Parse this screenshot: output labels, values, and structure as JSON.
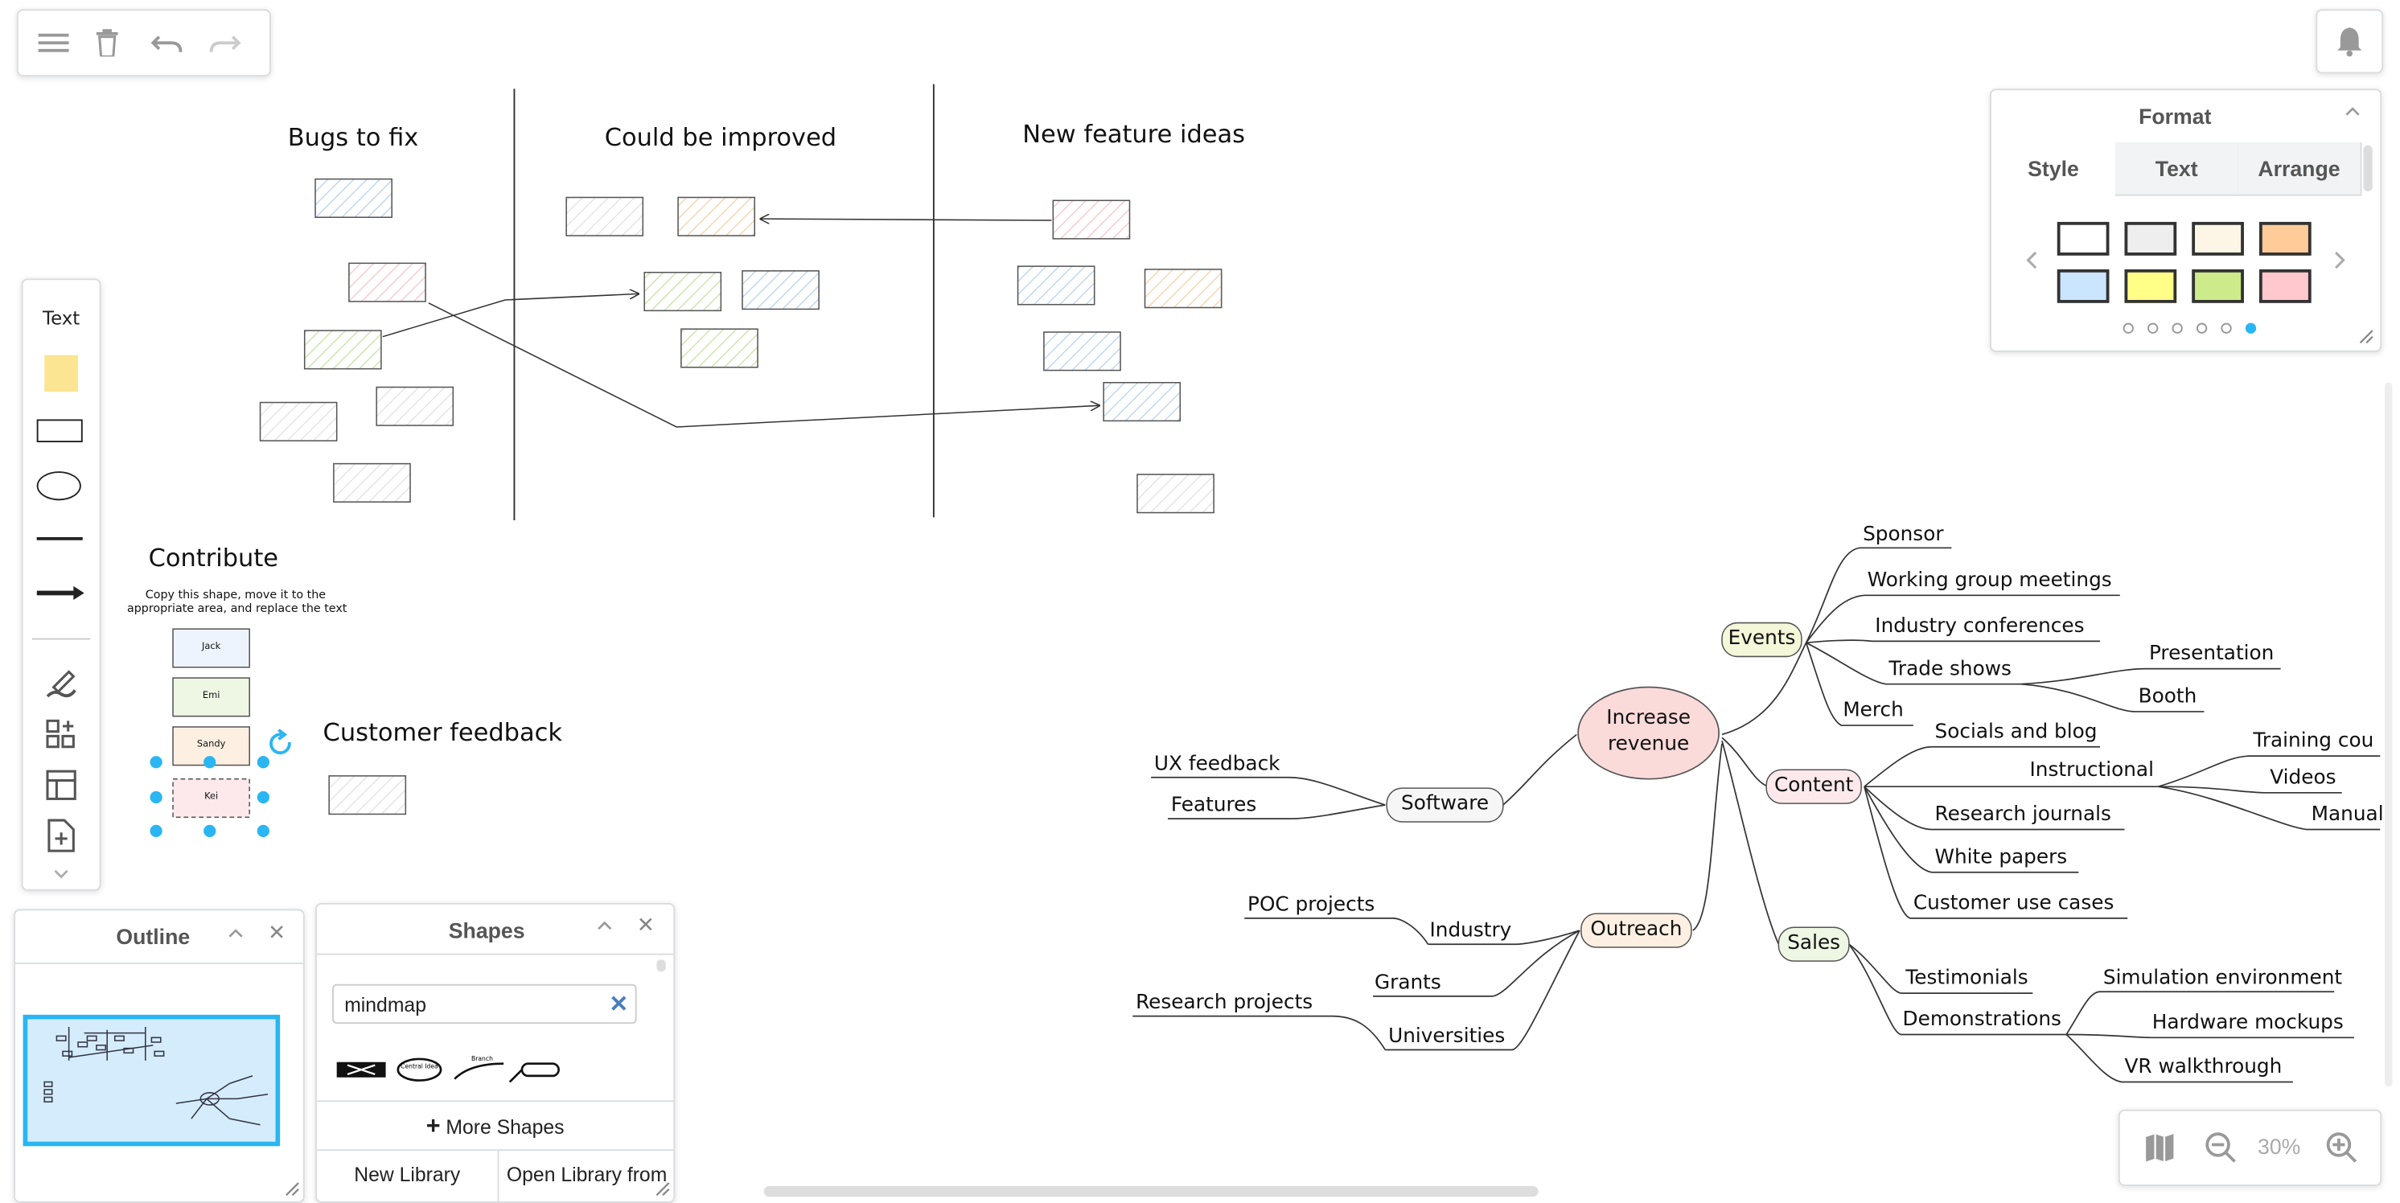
{
  "toolbar": {
    "menu_icon": "menu-icon",
    "delete_icon": "trash-icon",
    "undo_icon": "undo-icon",
    "redo_icon": "redo-icon"
  },
  "notifications": {
    "icon": "bell-icon"
  },
  "board": {
    "columns": [
      "Bugs to fix",
      "Could be improved",
      "New feature ideas"
    ],
    "contribute_title": "Contribute",
    "contribute_hint_1": "Copy this shape, move it to the",
    "contribute_hint_2": "appropriate area, and replace the text",
    "people": [
      "Jack",
      "Emi",
      "Sandy",
      "Kei"
    ],
    "customer_feedback": "Customer feedback"
  },
  "mindmap": {
    "root_1": "Increase",
    "root_2": "revenue",
    "branches": [
      "Events",
      "Content",
      "Sales",
      "Outreach",
      "Software"
    ],
    "events_children": [
      "Sponsor",
      "Working group meetings",
      "Industry conferences",
      "Trade shows",
      "Merch"
    ],
    "trade_children": [
      "Presentation",
      "Booth"
    ],
    "content_children": [
      "Socials and blog",
      "Instructional",
      "Research journals",
      "White papers",
      "Customer use cases"
    ],
    "instructional_children": [
      "Training cou",
      "Videos",
      "Manual"
    ],
    "sales_children": [
      "Testimonials",
      "Demonstrations"
    ],
    "demo_children": [
      "Simulation environment",
      "Hardware mockups",
      "VR walkthrough"
    ],
    "outreach_children": [
      "Industry",
      "Grants",
      "Universities"
    ],
    "industry_children": [
      "POC projects"
    ],
    "universities_children": [
      "Research projects"
    ],
    "software_children": [
      "UX feedback",
      "Features"
    ]
  },
  "left_toolbar": {
    "text_label": "Text",
    "tools": [
      "sticky-note-icon",
      "rectangle-icon",
      "ellipse-icon",
      "line-icon",
      "arrow-icon",
      "freehand-icon",
      "add-shapes-icon",
      "table-icon",
      "add-page-icon",
      "chevron-down-icon"
    ]
  },
  "format": {
    "title": "Format",
    "tabs": [
      "Style",
      "Text",
      "Arrange"
    ],
    "swatches": [
      "#ffffff",
      "#eeeeee",
      "#fdf6e6",
      "#ffcc99",
      "#cce5ff",
      "#ffff88",
      "#cdeb8b",
      "#ffc7ce"
    ],
    "page_count": 6,
    "active_page": 6
  },
  "outline": {
    "title": "Outline"
  },
  "shapes": {
    "title": "Shapes",
    "search_value": "mindmap",
    "more_shapes": "More Shapes",
    "new_library": "New Library",
    "open_library": "Open Library from",
    "thumb_texts": [
      "Central Idea",
      "Branch"
    ]
  },
  "zoom": {
    "level": "30%"
  },
  "colors": {
    "accent": "#29b6f2",
    "selection": "#29b6f2"
  }
}
